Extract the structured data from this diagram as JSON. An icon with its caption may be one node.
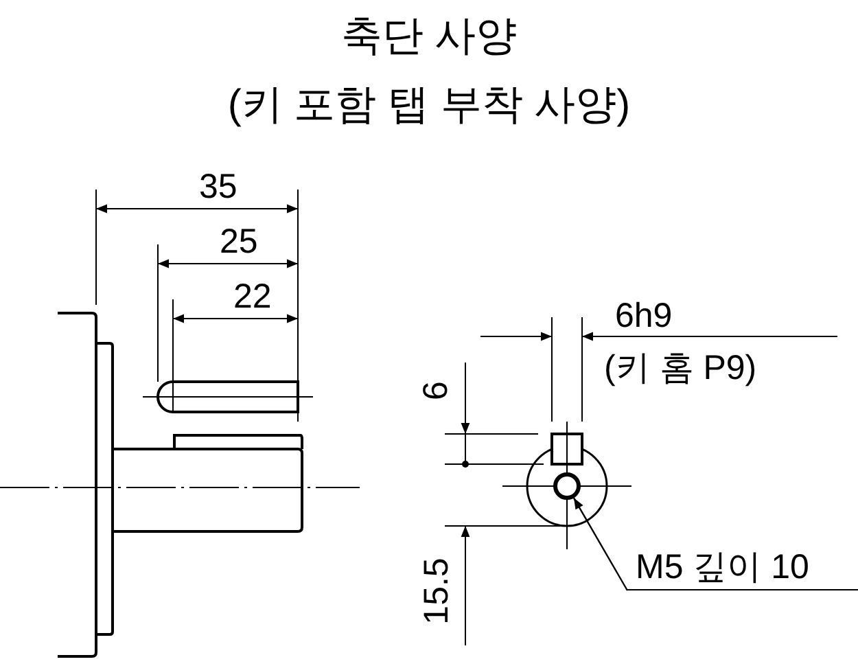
{
  "diagram": {
    "title": "축단 사양 (키 포함 탭 부착 사양)",
    "nodes": [
      {
        "text": [
          "M5 깊이 10"
        ]
      },
      {
        "text": [],
        "shape": "circle"
      }
    ],
    "edges": [
      {
        "from": 0,
        "to": 1,
        "arrow": "to"
      }
    ],
    "labels": [
      "35",
      "25",
      "22",
      "6h9",
      "(키 홈 P9)",
      "6",
      "15.5"
    ]
  }
}
